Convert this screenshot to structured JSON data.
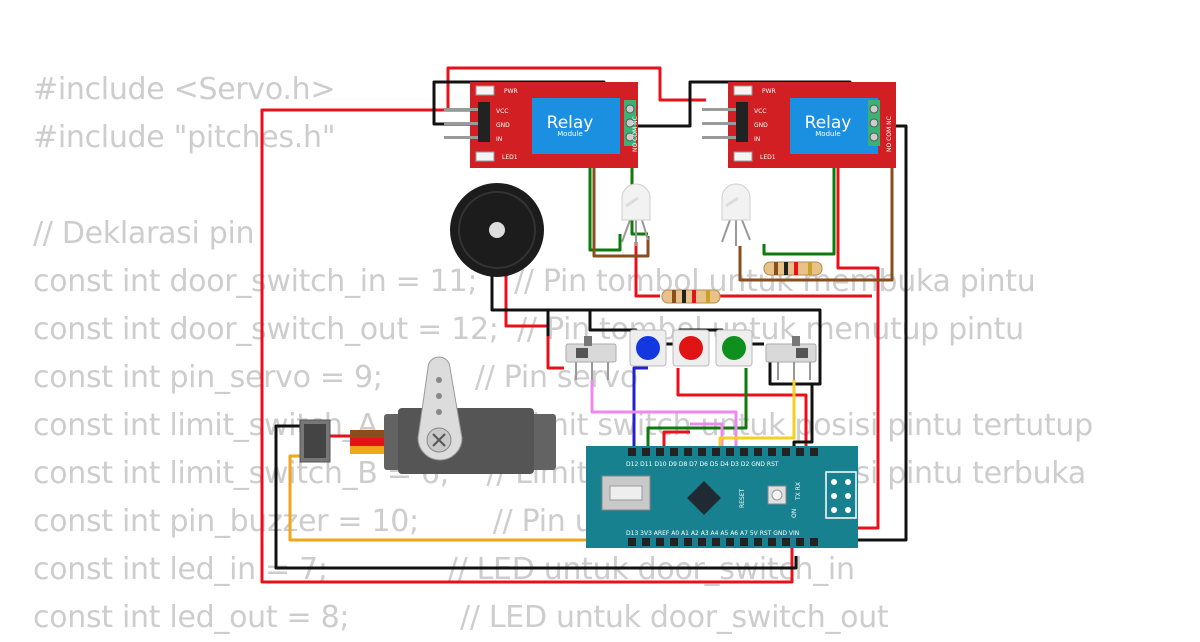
{
  "code_lines": [
    "#include <Servo.h>",
    "#include \"pitches.h\"",
    "",
    "// Deklarasi pin",
    "const int door_switch_in = 11;    // Pin tombol untuk membuka pintu",
    "const int door_switch_out = 12;  // Pin tombol untuk menutup pintu",
    "const int pin_servo = 9;          // Pin servo",
    "const int limit_switch_A = 5;    // Limit switch untuk posisi pintu tertutup",
    "const int limit_switch_B = 6;    // Limit switch untuk posisi pintu terbuka",
    "const int pin_buzzer = 10;        // Pin untuk buzzer",
    "const int led_in = 7;             // LED untuk door_switch_in",
    "const int led_out = 8;            // LED untuk door_switch_out"
  ],
  "relay_module": {
    "title": "Relay",
    "subtitle": "Module",
    "pins": [
      "VCC",
      "GND",
      "IN"
    ],
    "leds": [
      "PWR",
      "LED1"
    ],
    "terminals": "NO COM NC"
  },
  "arduino_nano": {
    "top_pins": "D12 D11 D10 D9 D8 D7 D6 D5 D4 D3 D2 GND RST",
    "bottom_pins": "D13 3V3 AREF A0 A1 A2 A3 A4 A5 A6 A7 5V RST GND VIN",
    "reset_label": "RESET",
    "tx_rx": "TX RX",
    "on_label": "ON"
  },
  "colors": {
    "wire_red": "#e8101a",
    "wire_black": "#111111",
    "wire_green": "#0c7a0c",
    "wire_brown": "#8a4d1e",
    "wire_orange": "#f2a51a",
    "wire_blue": "#2222cc",
    "wire_pink": "#ee88ee",
    "wire_yellow": "#f5d020",
    "relay_board": "#d21f24",
    "arduino_board": "#17818f"
  }
}
